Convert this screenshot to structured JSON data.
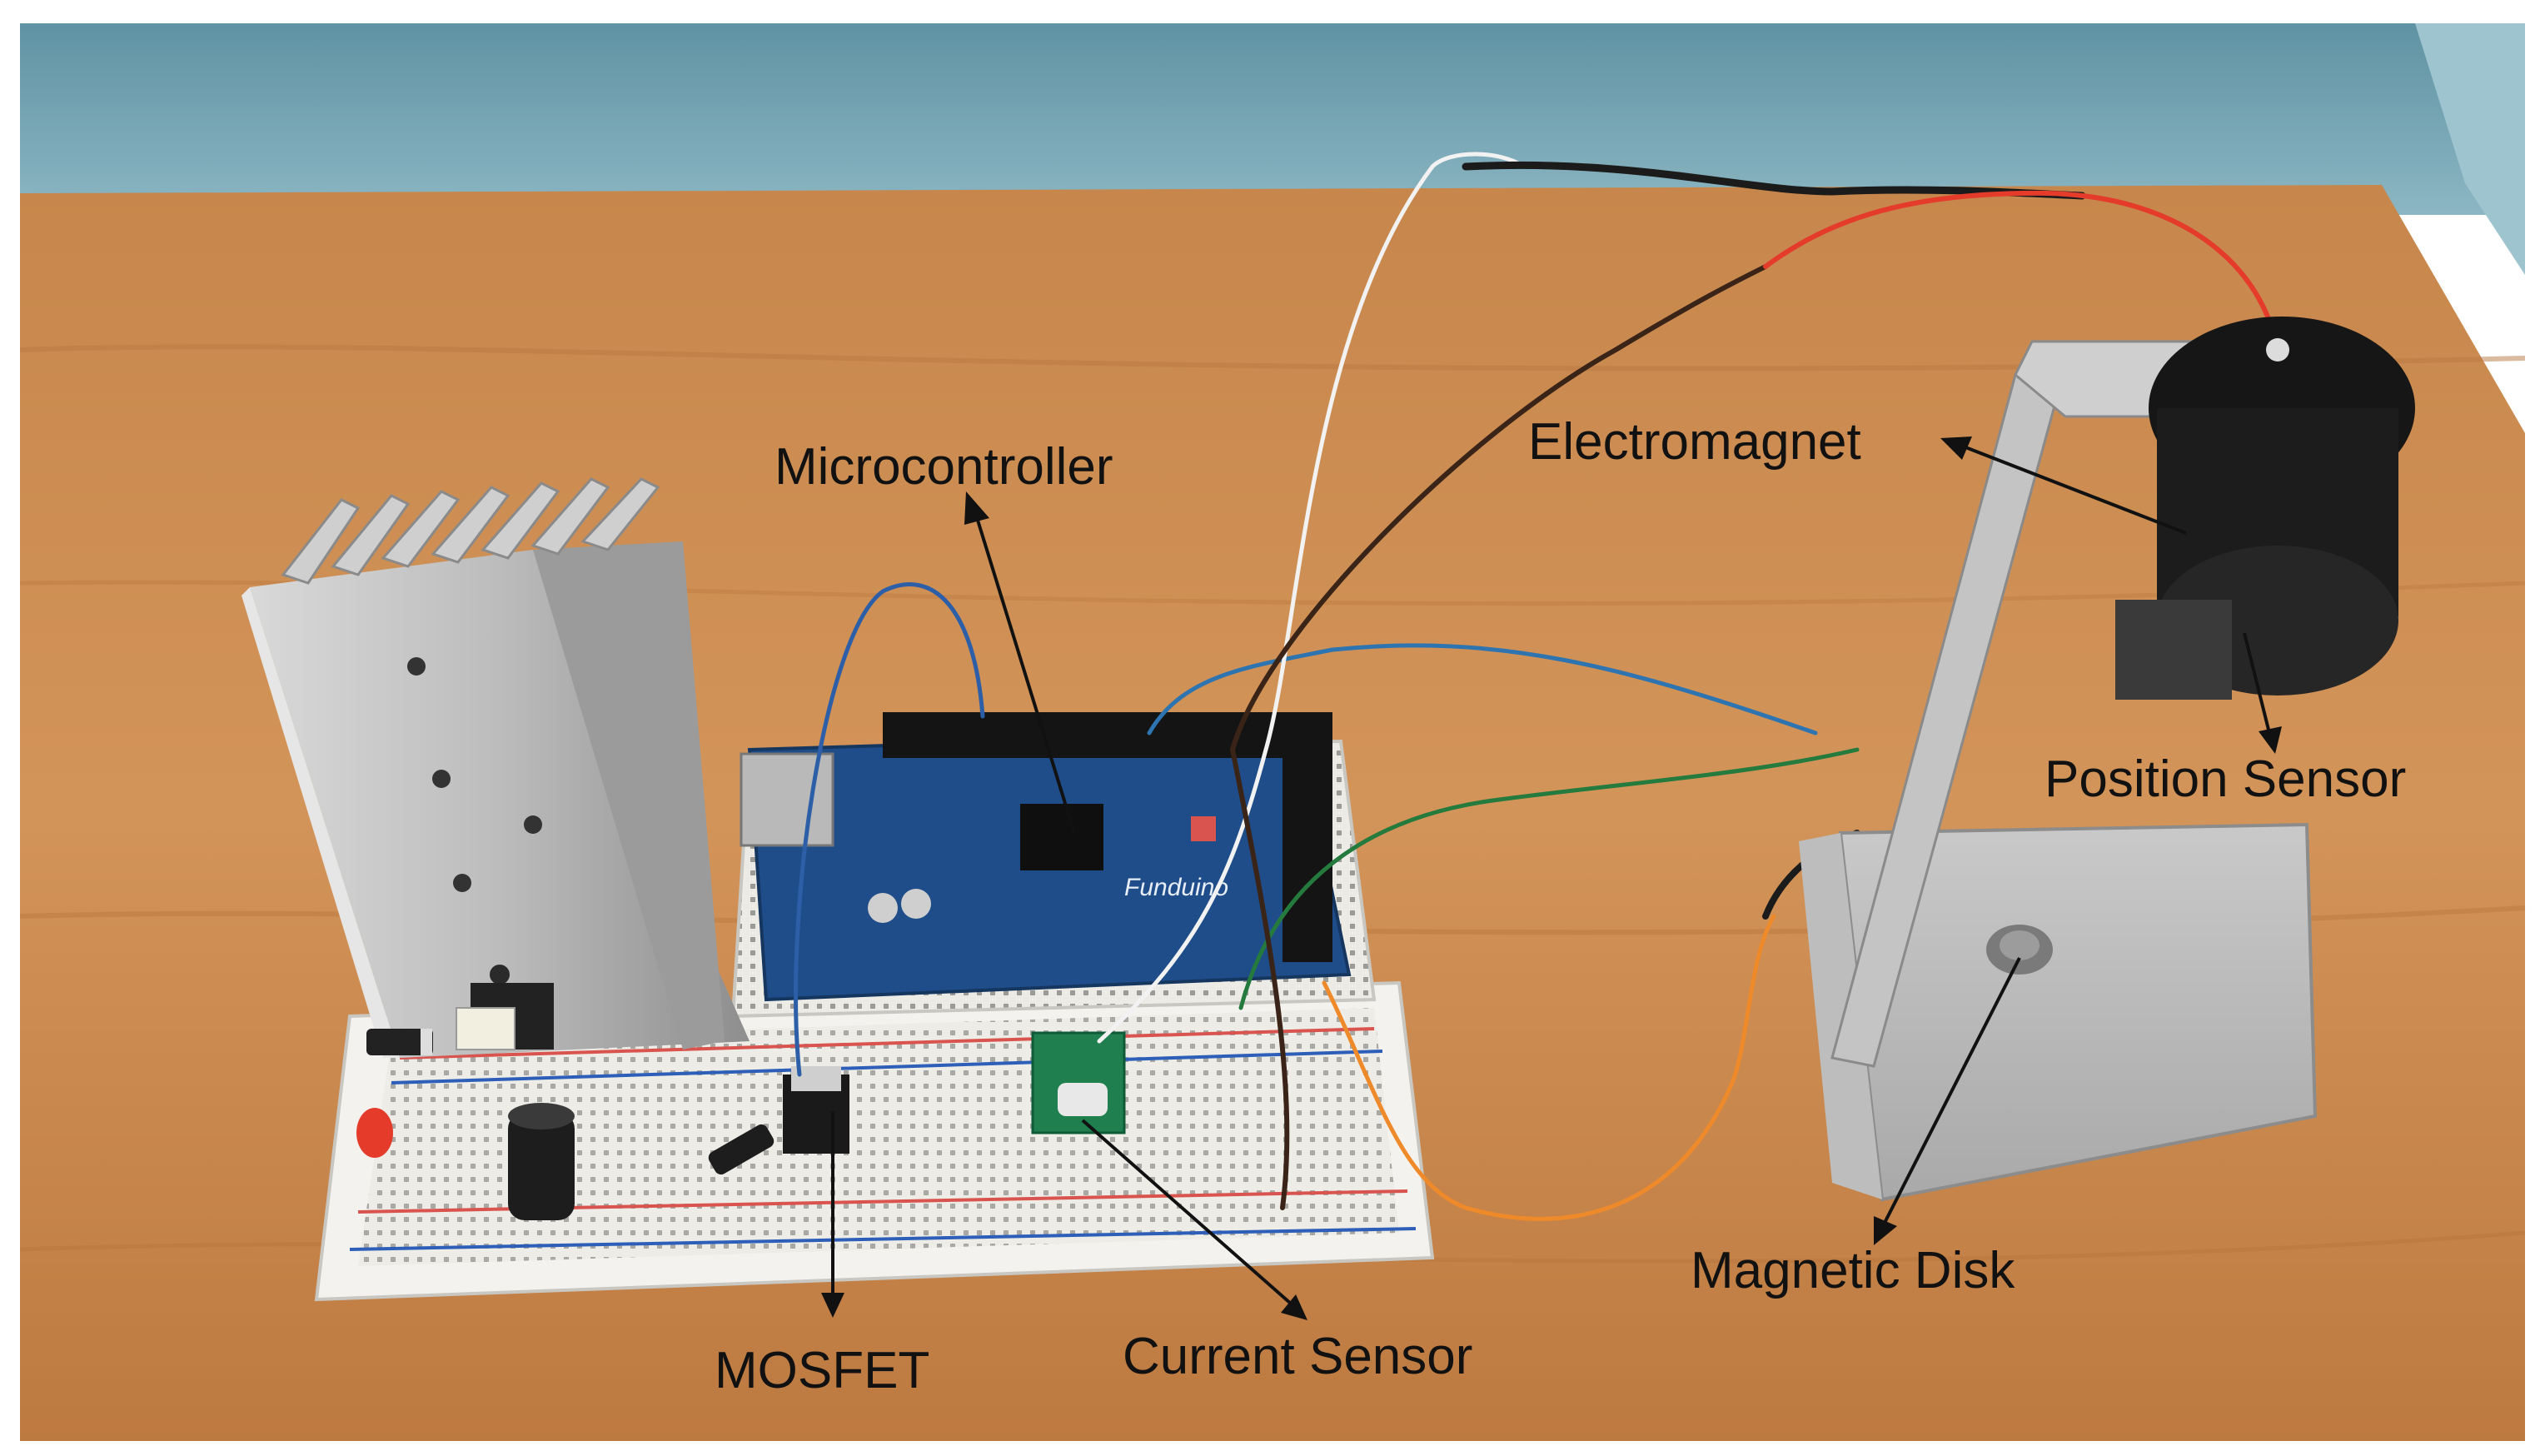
{
  "labels": {
    "microcontroller": "Microcontroller",
    "electromagnet": "Electromagnet",
    "position_sensor": "Position Sensor",
    "magnetic_disk": "Magnetic Disk",
    "mosfet": "MOSFET",
    "current_sensor": "Current Sensor"
  },
  "board_brand": "Funduino",
  "colors": {
    "wall": "#6f9fae",
    "table": "#c98a4e",
    "label_text": "#111111",
    "arrow": "#111111"
  }
}
